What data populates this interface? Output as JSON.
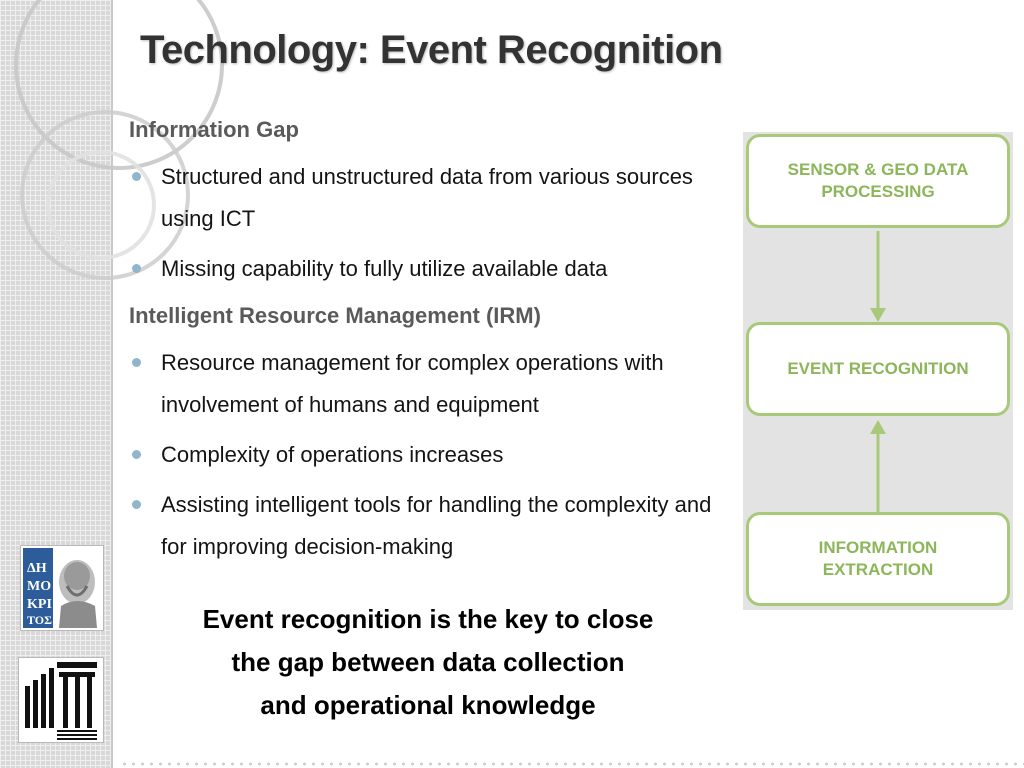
{
  "title": "Technology: Event Recognition",
  "sections": [
    {
      "heading": "Information Gap",
      "bullets": [
        "Structured and unstructured data from various sources using ICT",
        "Missing capability to fully utilize available data"
      ]
    },
    {
      "heading": "Intelligent Resource Management (IRM)",
      "bullets": [
        "Resource management for complex operations with involvement of humans and equipment",
        "Complexity of operations increases",
        "Assisting intelligent tools for handling the complexity and for improving decision-making"
      ]
    }
  ],
  "conclusion": {
    "line1": "Event recognition is the key to close",
    "line2": "the gap between data collection",
    "line3": "and operational knowledge"
  },
  "diagram": {
    "top_box": "SENSOR & GEO DATA PROCESSING",
    "middle_box": "EVENT RECOGNITION",
    "bottom_box": "INFORMATION EXTRACTION",
    "colors": {
      "box_border": "#a8c97a",
      "box_text": "#8cb65a",
      "arrow": "#a8c97a",
      "background": "#e3e3e3"
    }
  },
  "logos": {
    "demokritos_alt": "demokritos-logo",
    "iit_alt": "iit-logo"
  },
  "colors": {
    "title": "#333333",
    "heading": "#5a5a5a",
    "bullet": "#8fb6cc"
  }
}
